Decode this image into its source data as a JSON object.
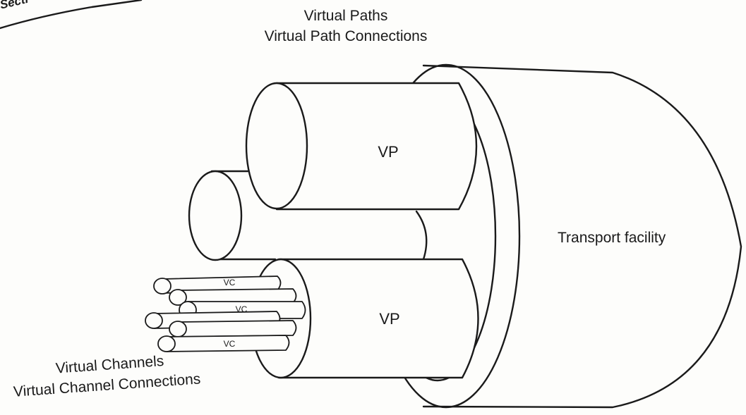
{
  "header_fragment": "Secti",
  "top_label": {
    "line1": "Virtual Paths",
    "line2": "Virtual Path Connections"
  },
  "vp_labels": [
    "VP",
    "VP"
  ],
  "vc_labels": [
    "VC",
    "VC",
    "VC"
  ],
  "facility_label": "Transport facility",
  "bottom_label": {
    "line1": "Virtual Channels",
    "line2": "Virtual Channel Connections"
  }
}
